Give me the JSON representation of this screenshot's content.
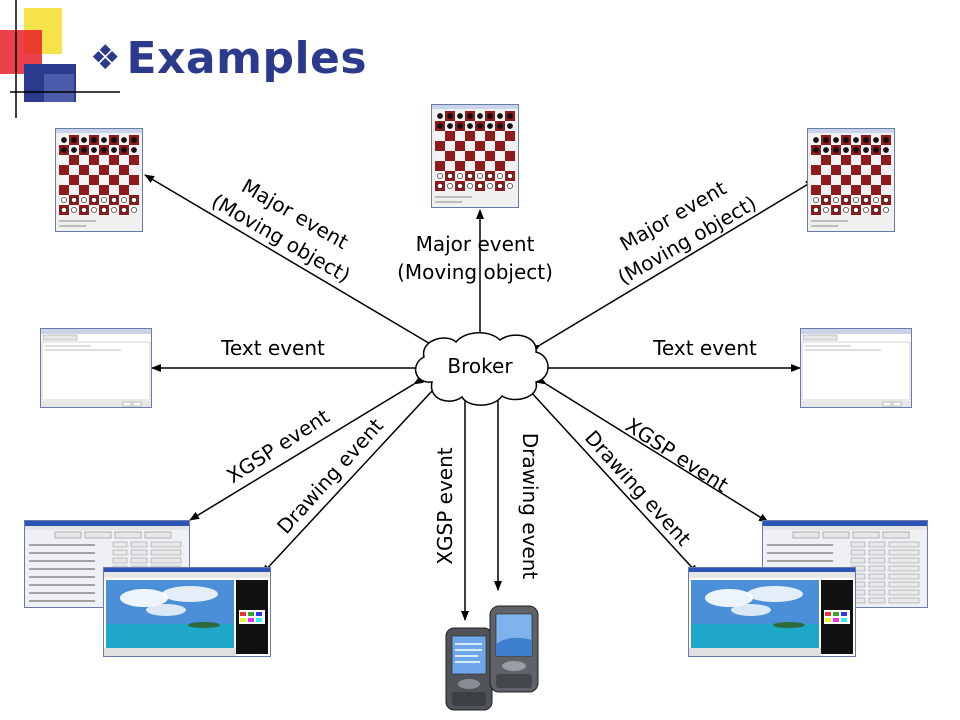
{
  "title": "Examples",
  "title_bullet": "❖",
  "broker": "Broker",
  "events": {
    "major_line1": "Major event",
    "major_line2": "(Moving object)",
    "text": "Text event",
    "xgsp": "XGSP event",
    "drawing": "Drawing event"
  },
  "colors": {
    "title": "#2B3A8C",
    "accent_red": "#E8202A",
    "accent_yellow": "#F6E24A",
    "accent_blue": "#2B3A8C",
    "board_dark": "#8E1B1B",
    "board_light": "#F4F4F4",
    "sky": "#4A8FD8",
    "sea": "#1FA7C8"
  },
  "icons": [
    "diamond-bullet-icon",
    "chess-board-icon",
    "chat-window-icon",
    "conference-manager-icon",
    "whiteboard-icon",
    "pda-icon"
  ]
}
